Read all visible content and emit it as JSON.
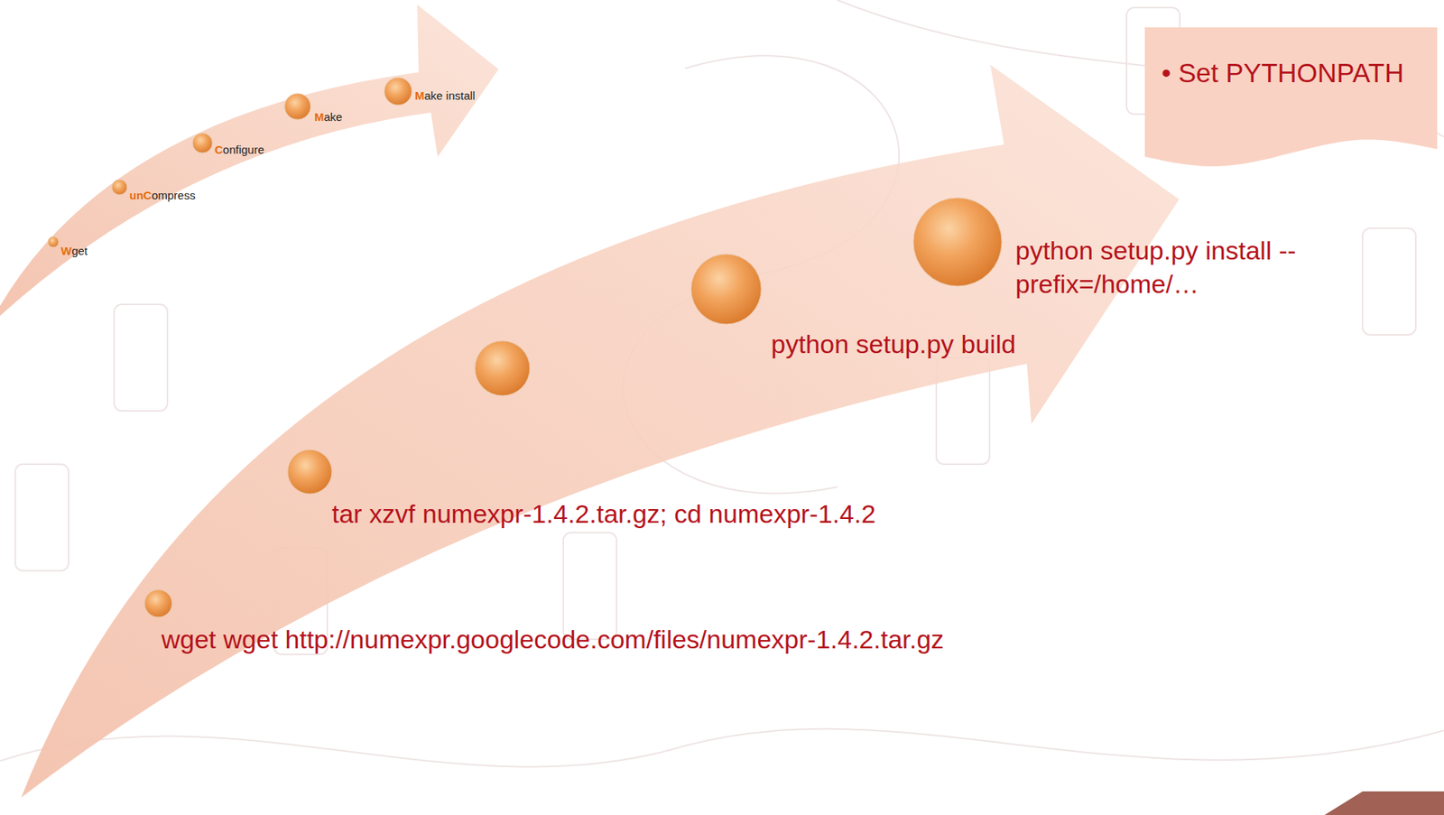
{
  "diagram": {
    "nodes": [
      {
        "text": [
          "• Set PYTHONPATH"
        ]
      }
    ],
    "labels": [
      "Wget",
      "unCompress",
      "Configure",
      "Make",
      "Make install",
      "wget wget http://numexpr.googlecode.com/files/numexpr-1.4.2.tar.gz",
      "tar xzvf numexpr-1.4.2.tar.gz; cd numexpr-1.4.2",
      "python setup.py build",
      "python setup.py install -- prefix=/home/…"
    ]
  }
}
